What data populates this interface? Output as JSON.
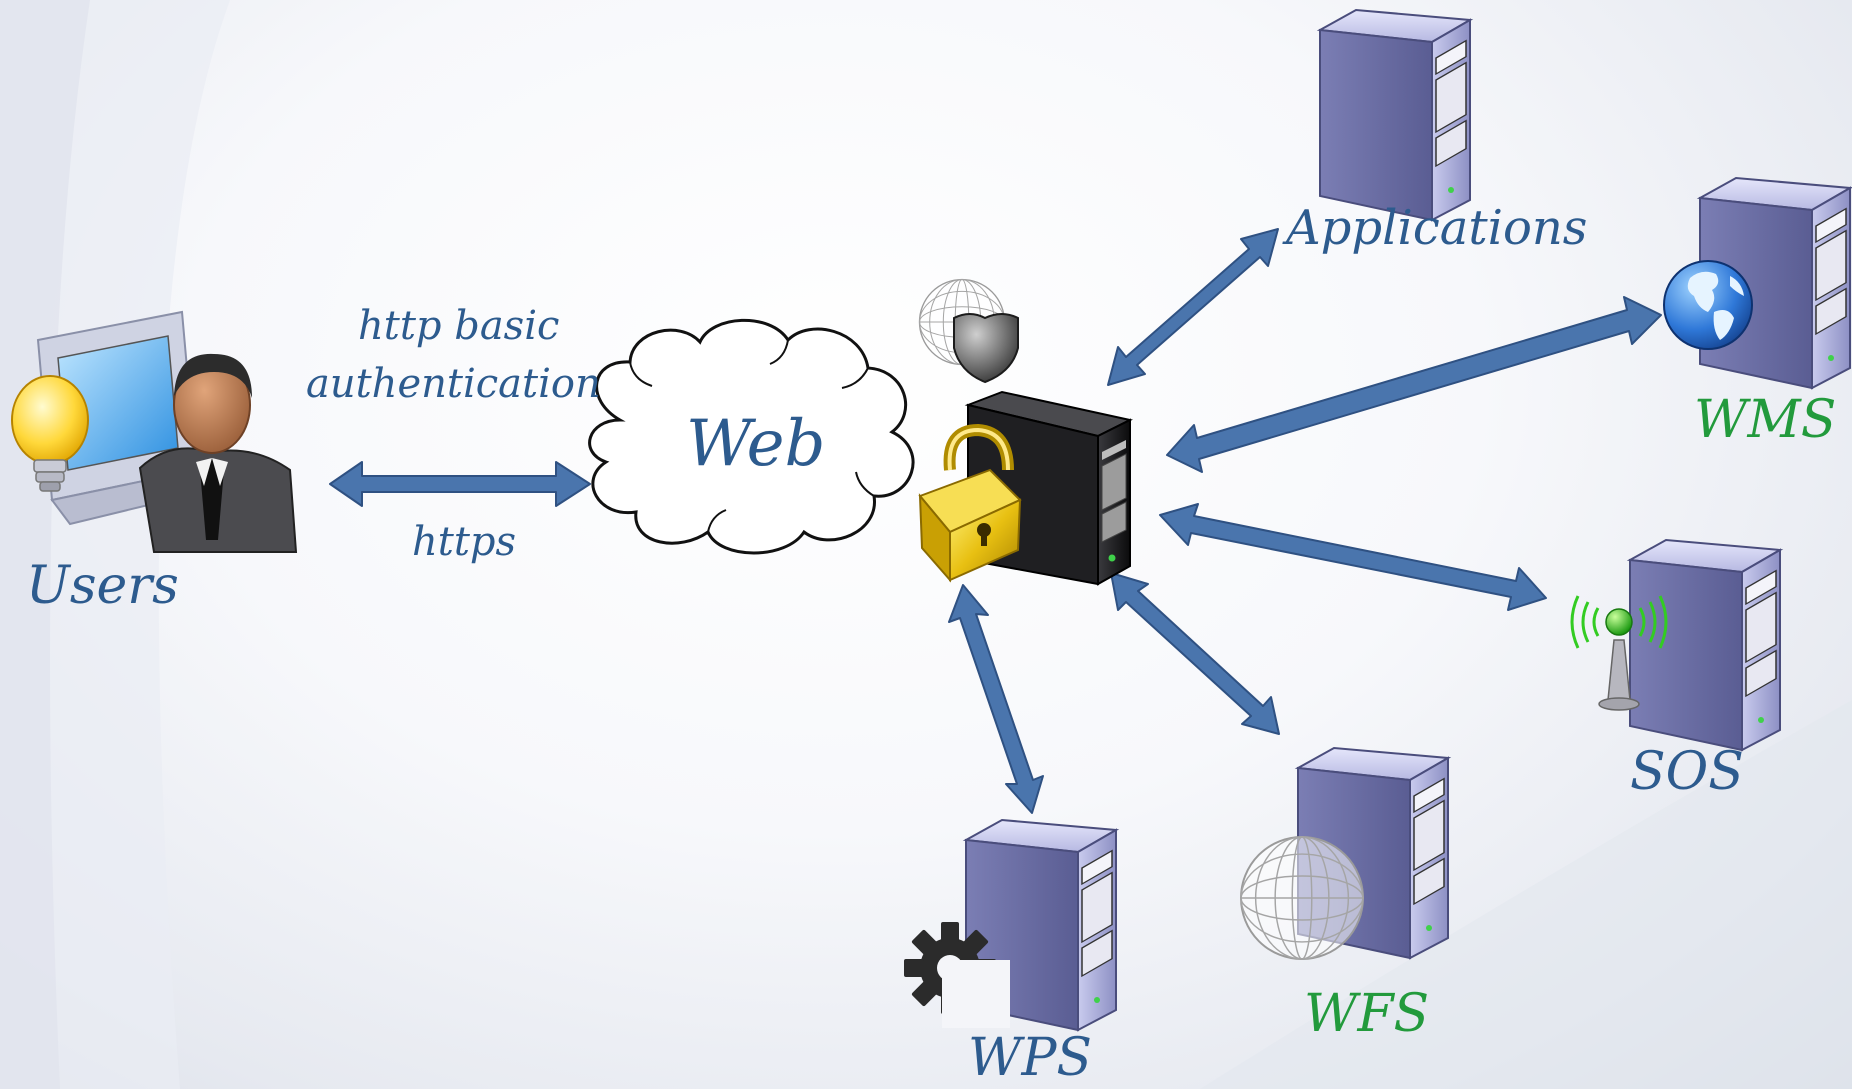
{
  "colors": {
    "label_blue": "#2d5b8e",
    "label_green": "#229a3c",
    "arrow": "#4a75ad",
    "arrow_edge": "#2f5182",
    "server_body": "#a9acd6",
    "gateway_body": "#1c1c1e",
    "padlock": "#e8c012",
    "signal": "#33cc22"
  },
  "labels": {
    "users": "Users",
    "http_basic": "http basic",
    "authentication": "authentication",
    "https": "https",
    "web": "Web",
    "applications": "Applications",
    "wms": "WMS",
    "sos": "SOS",
    "wfs": "WFS",
    "wps": "WPS"
  },
  "icons": {
    "users": [
      "computer-monitor-icon",
      "lightbulb-icon",
      "user-person-icon"
    ],
    "cloud": "cloud-icon",
    "gateway": [
      "server-icon",
      "padlock-icon",
      "globe-wireframe-icon",
      "shield-icon"
    ],
    "applications": "server-icon",
    "wms": [
      "server-icon",
      "earth-globe-icon"
    ],
    "sos": [
      "server-icon",
      "signal-antenna-icon"
    ],
    "wfs": [
      "server-icon",
      "globe-wireframe-icon"
    ],
    "wps": [
      "server-icon",
      "gear-icon"
    ]
  }
}
